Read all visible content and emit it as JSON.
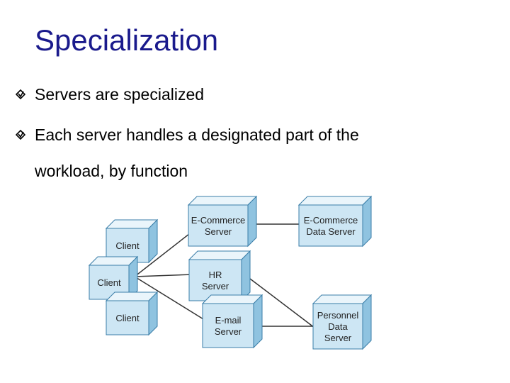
{
  "title": "Specialization",
  "bullets": [
    {
      "text": "Servers are specialized"
    },
    {
      "text": "Each server handles a designated part of the"
    }
  ],
  "continuation": "workload, by function",
  "colors": {
    "title": "#1a1a8c",
    "box_front": "#cde6f4",
    "box_top": "#eaf5fb",
    "box_side": "#8fc3e0",
    "box_border": "#3a7ea8"
  },
  "bullet_icon": "diamond-check-icon",
  "diagram": {
    "nodes": [
      {
        "id": "ecommerce-server",
        "lines": [
          "E-Commerce",
          "Server"
        ]
      },
      {
        "id": "ecommerce-data-server",
        "lines": [
          "E-Commerce",
          "Data Server"
        ]
      },
      {
        "id": "client-1",
        "lines": [
          "Client"
        ]
      },
      {
        "id": "client-2",
        "lines": [
          "Client"
        ]
      },
      {
        "id": "client-3",
        "lines": [
          "Client"
        ]
      },
      {
        "id": "hr-server",
        "lines": [
          "HR",
          "Server"
        ]
      },
      {
        "id": "email-server",
        "lines": [
          "E-mail",
          "Server"
        ]
      },
      {
        "id": "personnel-data-server",
        "lines": [
          "Personnel",
          "Data",
          "Server"
        ]
      }
    ],
    "edges": [
      [
        "client-2",
        "ecommerce-server"
      ],
      [
        "client-2",
        "hr-server"
      ],
      [
        "client-2",
        "email-server"
      ],
      [
        "ecommerce-server",
        "ecommerce-data-server"
      ],
      [
        "hr-server",
        "personnel-data-server"
      ],
      [
        "email-server",
        "personnel-data-server"
      ]
    ]
  }
}
